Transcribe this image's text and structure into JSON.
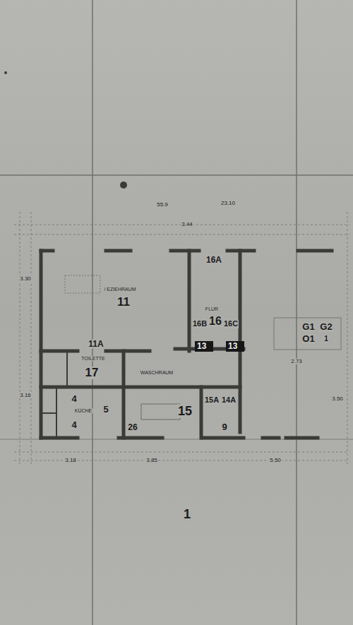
{
  "diagram": {
    "nodes": [
      {
        "text": [
          "13"
        ]
      },
      {
        "text": [
          "13"
        ]
      }
    ],
    "labels": [
      "55.9",
      "23.10",
      "/ EZIEHRAUM",
      "11",
      "16A",
      "16",
      "16B",
      "16C",
      "FLUR",
      "11A",
      "TOILETTE",
      "17",
      "4",
      "5",
      "4",
      "KÜCHE",
      "26",
      "WASCHRAUM",
      "15",
      "15A",
      "14A",
      "9",
      "G1",
      "G2",
      "O1",
      "1",
      "1",
      "3.44",
      "3.30",
      "3.16",
      "2.73",
      "3.50",
      "3.85",
      "3.18",
      "5.50"
    ]
  }
}
